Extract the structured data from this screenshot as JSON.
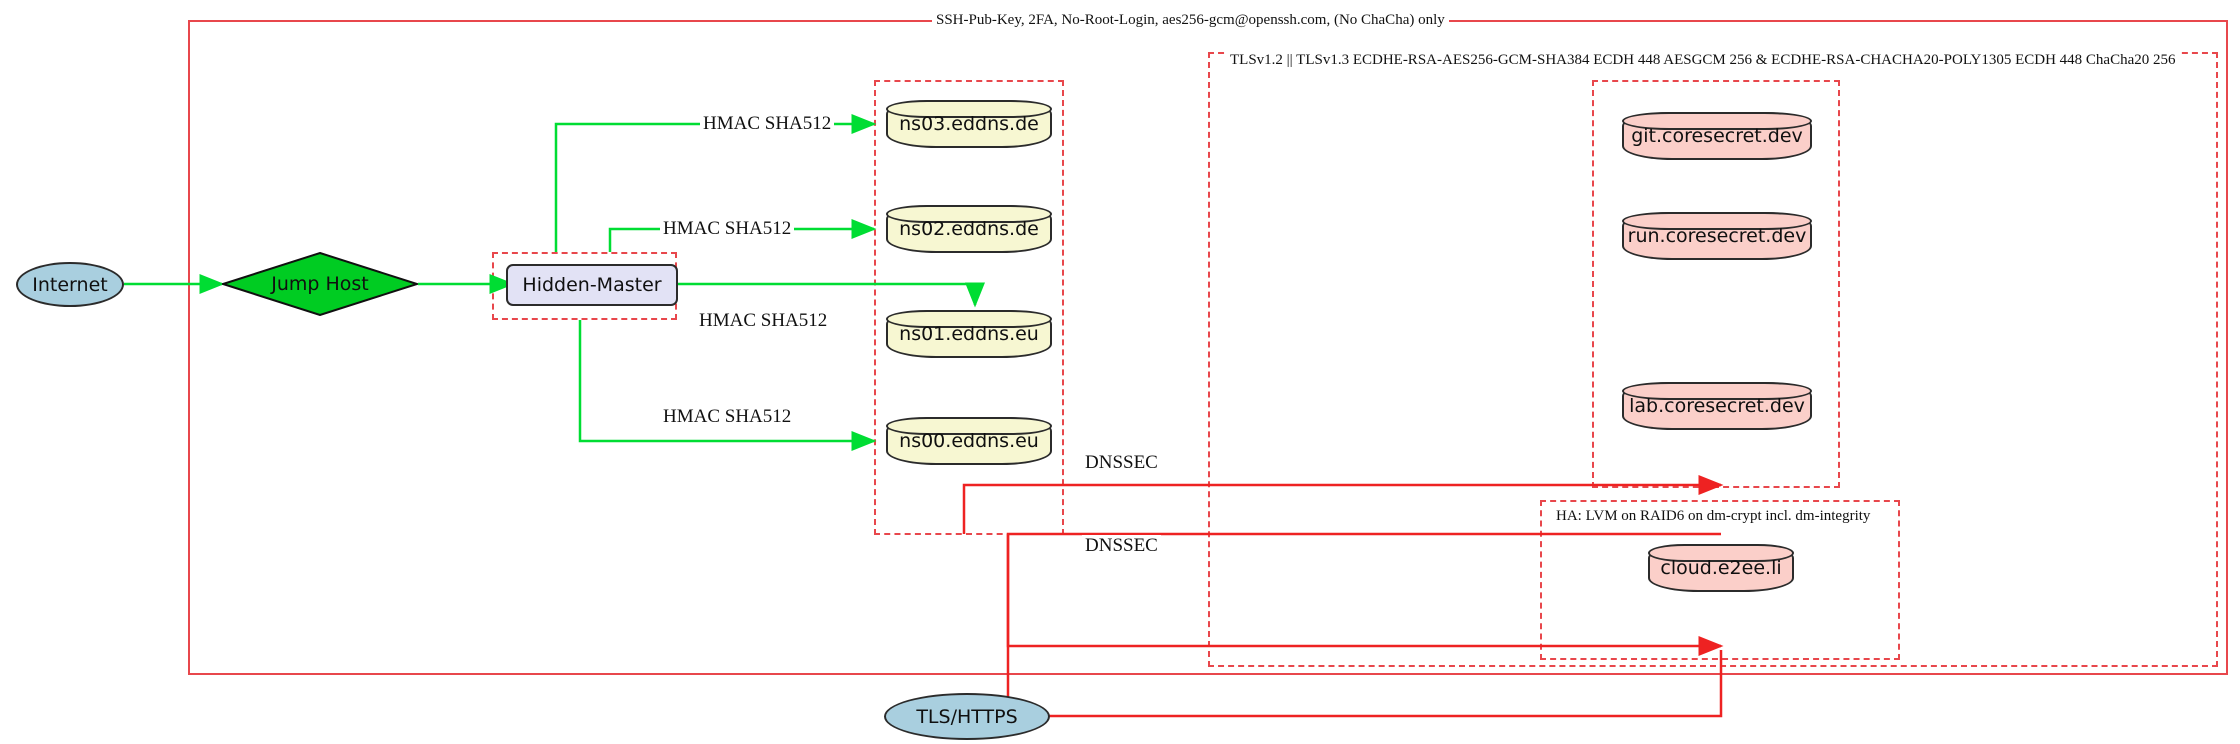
{
  "diagram": {
    "title_top_label": "SSH-Pub-Key, 2FA, No-Root-Login, aes256-gcm@openssh.com, (No ChaCha) only",
    "tls_boundary_label": "TLSv1.2 || TLSv1.3 ECDHE-RSA-AES256-GCM-SHA384 ECDH 448 AESGCM 256 & ECDHE-RSA-CHACHA20-POLY1305 ECDH 448 ChaCha20 256",
    "ha_boundary_label": "HA: LVM on RAID6 on dm-crypt incl. dm-integrity"
  },
  "nodes": {
    "internet": {
      "label": "Internet",
      "shape": "ellipse",
      "color": "#a9cfdf"
    },
    "jump_host": {
      "label": "Jump Host",
      "shape": "diamond",
      "color": "#00cc22"
    },
    "hidden_master": {
      "label": "Hidden-Master",
      "shape": "box",
      "color": "#e2e2f5"
    },
    "tls_https": {
      "label": "TLS/HTTPS",
      "shape": "ellipse",
      "color": "#a9cfdf"
    },
    "dns": [
      {
        "label": "ns03.eddns.de",
        "shape": "cylinder",
        "color": "#f7f7d2"
      },
      {
        "label": "ns02.eddns.de",
        "shape": "cylinder",
        "color": "#f7f7d2"
      },
      {
        "label": "ns01.eddns.eu",
        "shape": "cylinder",
        "color": "#f7f7d2"
      },
      {
        "label": "ns00.eddns.eu",
        "shape": "cylinder",
        "color": "#f7f7d2"
      }
    ],
    "services": [
      {
        "label": "git.coresecret.dev",
        "shape": "cylinder",
        "color": "#fbcfc9"
      },
      {
        "label": "run.coresecret.dev",
        "shape": "cylinder",
        "color": "#fbcfc9"
      },
      {
        "label": "lab.coresecret.dev",
        "shape": "cylinder",
        "color": "#fbcfc9"
      },
      {
        "label": "cloud.e2ee.li",
        "shape": "cylinder",
        "color": "#fbcfc9"
      }
    ]
  },
  "edge_labels": {
    "hmac": [
      "HMAC SHA512",
      "HMAC SHA512",
      "HMAC SHA512",
      "HMAC SHA512"
    ],
    "dnssec": [
      "DNSSEC",
      "DNSSEC"
    ]
  },
  "colors": {
    "boundary_red": "#e8474c",
    "edge_green": "#00dd33",
    "edge_red": "#ee2222",
    "node_stroke": "#2b2b2b"
  }
}
